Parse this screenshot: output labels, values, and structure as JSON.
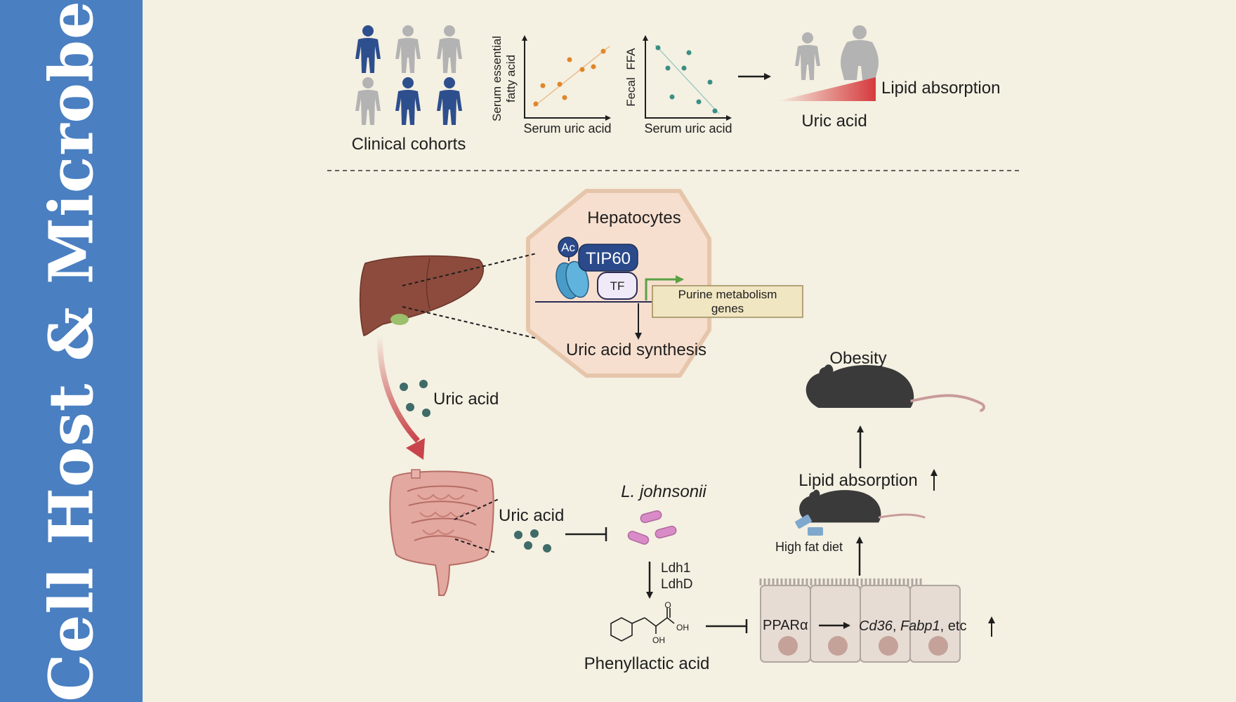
{
  "journal": {
    "title": "Cell Host & Microbe"
  },
  "top_panel": {
    "cohorts_label": "Clinical cohorts",
    "plot1": {
      "ylabel_line1": "Serum essential",
      "ylabel_line2": "fatty acid",
      "xlabel": "Serum uric acid"
    },
    "plot2": {
      "ylabel_line1": "Fecal",
      "ylabel_line2": "FFA",
      "xlabel": "Serum uric acid"
    },
    "lipid_label": "Lipid absorption",
    "uric_label": "Uric acid"
  },
  "hepatocyte": {
    "title": "Hepatocytes",
    "ac_label": "Ac",
    "tip60_label": "TIP60",
    "tf_label": "TF",
    "genes_line1": "Purine metabolism",
    "genes_line2": "genes",
    "synthesis_label": "Uric acid synthesis"
  },
  "gut": {
    "uric_acid_blood": "Uric acid",
    "uric_acid_gut": "Uric acid",
    "bacteria": "L. johnsonii",
    "enzyme1": "Ldh1",
    "enzyme2": "LdhD",
    "compound": "Phenyllactic acid",
    "oh1": "OH",
    "oh2": "OH",
    "o_label": "O"
  },
  "mouse": {
    "obesity": "Obesity",
    "lipid_absorption": "Lipid absorption",
    "hfd": "High fat diet",
    "ppar": "PPARα",
    "gene_a": "Cd36",
    "sep1": ", ",
    "gene_b": "Fabp1",
    "gene_suffix": ", etc"
  },
  "colors": {
    "sidebar": "#4a7fc1",
    "background": "#f4f0e2",
    "person_blue": "#2e4f8e",
    "person_gray": "#b3b3b3",
    "dot_orange": "#e0862a",
    "dot_teal": "#3a8f84",
    "uric_dot": "#3f6b68",
    "liver": "#8c4b3d",
    "gut": "#e3a8a0",
    "tip60": "#2b4a8b",
    "gene_box": "#f1e6c2",
    "wedge_red": "#d63a3d",
    "mouse": "#3a3a3a",
    "bacteria": "#d98bc7"
  }
}
